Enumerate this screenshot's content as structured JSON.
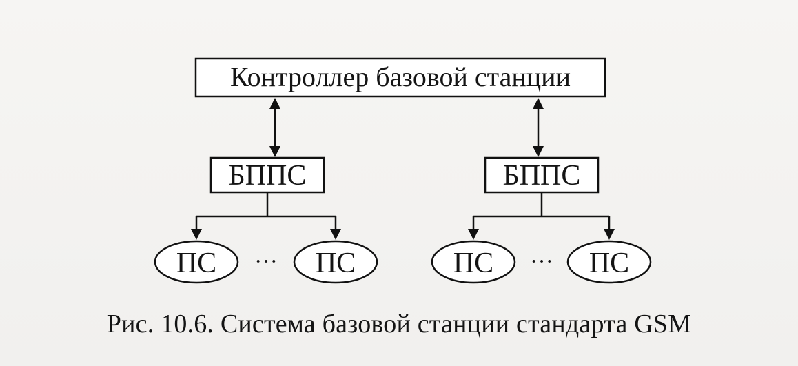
{
  "diagram": {
    "controller": {
      "label": "Контроллер базовой станции"
    },
    "bpps": [
      {
        "label": "БППС"
      },
      {
        "label": "БППС"
      }
    ],
    "ps_groups": [
      {
        "left": "ПС",
        "ellipsis": "···",
        "right": "ПС"
      },
      {
        "left": "ПС",
        "ellipsis": "···",
        "right": "ПС"
      }
    ]
  },
  "caption": "Рис. 10.6. Система базовой станции стандарта GSM",
  "colors": {
    "ink": "#111111",
    "paper": "#f3f2f0"
  }
}
